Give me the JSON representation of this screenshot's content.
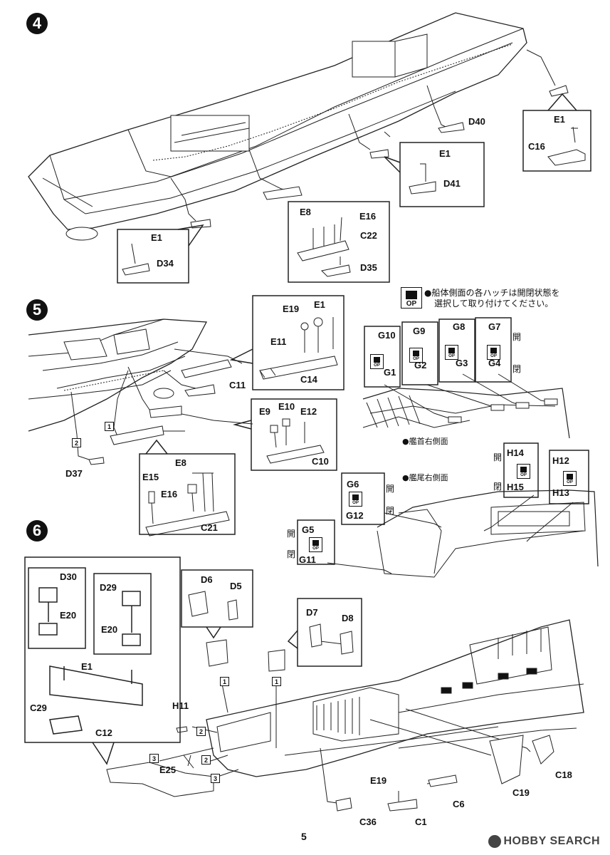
{
  "steps": {
    "s4": "4",
    "s5": "5",
    "s6": "6"
  },
  "page_number": "5",
  "note": {
    "line1": "●船体側面の各ハッチは開閉状態を",
    "line2": "選択して取り付けてください。",
    "op_label": "OP"
  },
  "view_labels": {
    "bow_right": "●艦首右側面",
    "stern_right": "●艦尾右側面"
  },
  "state": {
    "open": "開",
    "closed": "閉"
  },
  "callouts": {
    "one": "1",
    "two": "2",
    "three": "3"
  },
  "parts": {
    "s4": {
      "e1a": "E1",
      "c16": "C16",
      "d40": "D40",
      "e1b": "E1",
      "d41": "D41",
      "e8": "E8",
      "e16": "E16",
      "c22": "C22",
      "d35": "D35",
      "e1c": "E1",
      "d34": "D34"
    },
    "s5": {
      "e19": "E19",
      "e1": "E1",
      "e11": "E11",
      "c14": "C14",
      "c11": "C11",
      "e9": "E9",
      "e10": "E10",
      "e12": "E12",
      "c10": "C10",
      "d37": "D37",
      "e8": "E8",
      "e15": "E15",
      "e16": "E16",
      "c21": "C21",
      "g10": "G10",
      "g1": "G1",
      "g9": "G9",
      "g2": "G2",
      "g8": "G8",
      "g3": "G3",
      "g7": "G7",
      "g4": "G4",
      "h14": "H14",
      "h15": "H15",
      "h12": "H12",
      "h13": "H13",
      "g6": "G6",
      "g12": "G12",
      "g5": "G5",
      "g11": "G11"
    },
    "s6": {
      "d30": "D30",
      "e20a": "E20",
      "d29": "D29",
      "e20b": "E20",
      "e1": "E1",
      "c29": "C29",
      "c12": "C12",
      "d6": "D6",
      "d5": "D5",
      "d7": "D7",
      "d8": "D8",
      "h11": "H11",
      "e25": "E25",
      "e19": "E19",
      "c6": "C6",
      "c1": "C1",
      "c36": "C36",
      "c19": "C19",
      "c18": "C18"
    }
  },
  "watermark": "HOBBY SEARCH"
}
